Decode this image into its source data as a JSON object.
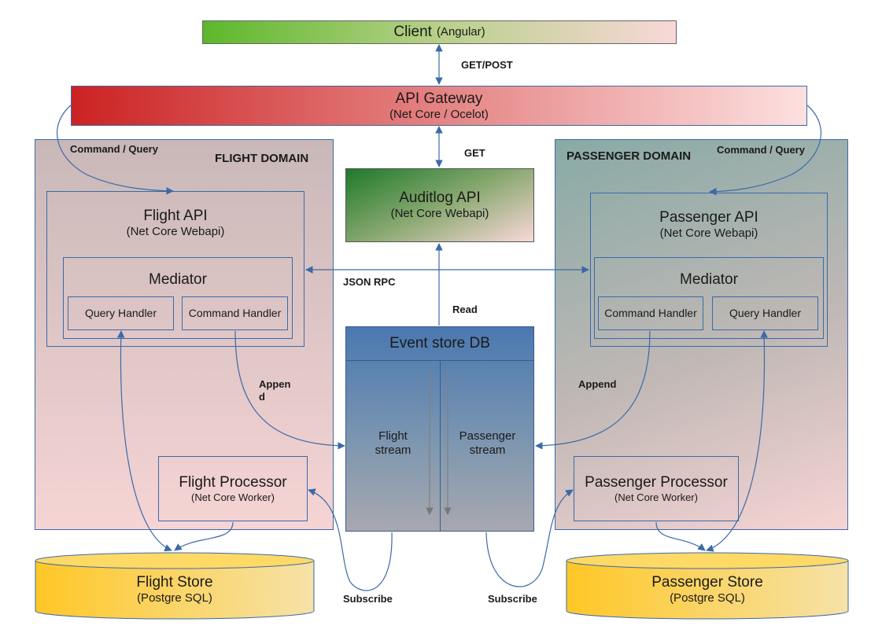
{
  "client": {
    "title": "Client",
    "subtitle": "(Angular)"
  },
  "gateway": {
    "title": "API Gateway",
    "subtitle": "(Net Core / Ocelot)"
  },
  "flight_domain": {
    "title": "FLIGHT DOMAIN",
    "api": {
      "title": "Flight API",
      "subtitle": "(Net Core Webapi)"
    },
    "mediator": "Mediator",
    "query_handler": "Query Handler",
    "command_handler": "Command Handler",
    "processor": {
      "title": "Flight Processor",
      "subtitle": "(Net Core Worker)"
    }
  },
  "passenger_domain": {
    "title": "PASSENGER DOMAIN",
    "api": {
      "title": "Passenger API",
      "subtitle": "(Net Core Webapi)"
    },
    "mediator": "Mediator",
    "command_handler": "Command Handler",
    "query_handler": "Query Handler",
    "processor": {
      "title": "Passenger Processor",
      "subtitle": "(Net Core Worker)"
    }
  },
  "auditlog": {
    "title": "Auditlog API",
    "subtitle": "(Net Core Webapi)"
  },
  "eventstore": {
    "title": "Event store DB",
    "flight_stream_1": "Flight",
    "flight_stream_2": "stream",
    "passenger_stream_1": "Passenger",
    "passenger_stream_2": "stream"
  },
  "stores": {
    "flight": {
      "title": "Flight Store",
      "subtitle": "(Postgre SQL)"
    },
    "passenger": {
      "title": "Passenger Store",
      "subtitle": "(Postgre SQL)"
    }
  },
  "labels": {
    "get_post": "GET/POST",
    "get": "GET",
    "command_query_left": "Command / Query",
    "command_query_right": "Command / Query",
    "json_rpc": "JSON RPC",
    "read": "Read",
    "append_left_1": "Appen",
    "append_left_2": "d",
    "append_right": "Append",
    "subscribe_left": "Subscribe",
    "subscribe_right": "Subscribe"
  },
  "colors": {
    "line": "#3a6aa8",
    "client_from": "#5cb82a",
    "client_to": "#f8d8d8",
    "gateway_from": "#cc2222",
    "gateway_to": "#fde0e0",
    "auditlog_from": "#1e7a2a",
    "auditlog_to": "#fad8d8",
    "store_from": "#ffcc33",
    "store_to": "#f8e0a0"
  }
}
